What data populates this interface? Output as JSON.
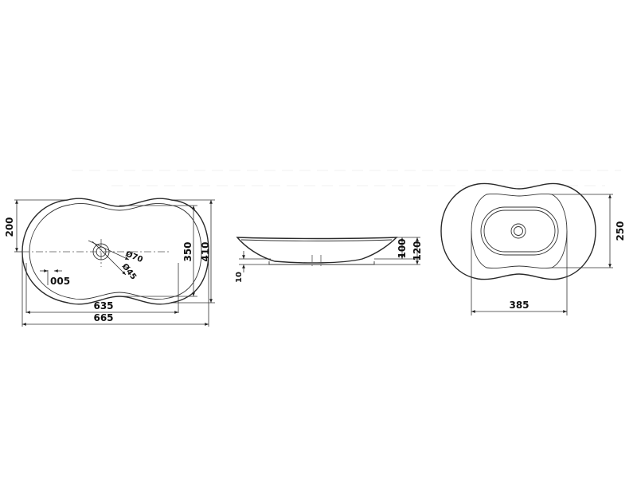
{
  "top_view": {
    "dim_200": "200",
    "dim_350": "350",
    "dim_410": "410",
    "dim_635": "635",
    "dim_665": "665",
    "dim_005": "005",
    "dim_d70": "Ø70",
    "dim_d45": "Ø45"
  },
  "side_view": {
    "dim_10": "10",
    "dim_100": "100",
    "dim_120": "120"
  },
  "bottom_view": {
    "dim_250": "250",
    "dim_385": "385"
  }
}
